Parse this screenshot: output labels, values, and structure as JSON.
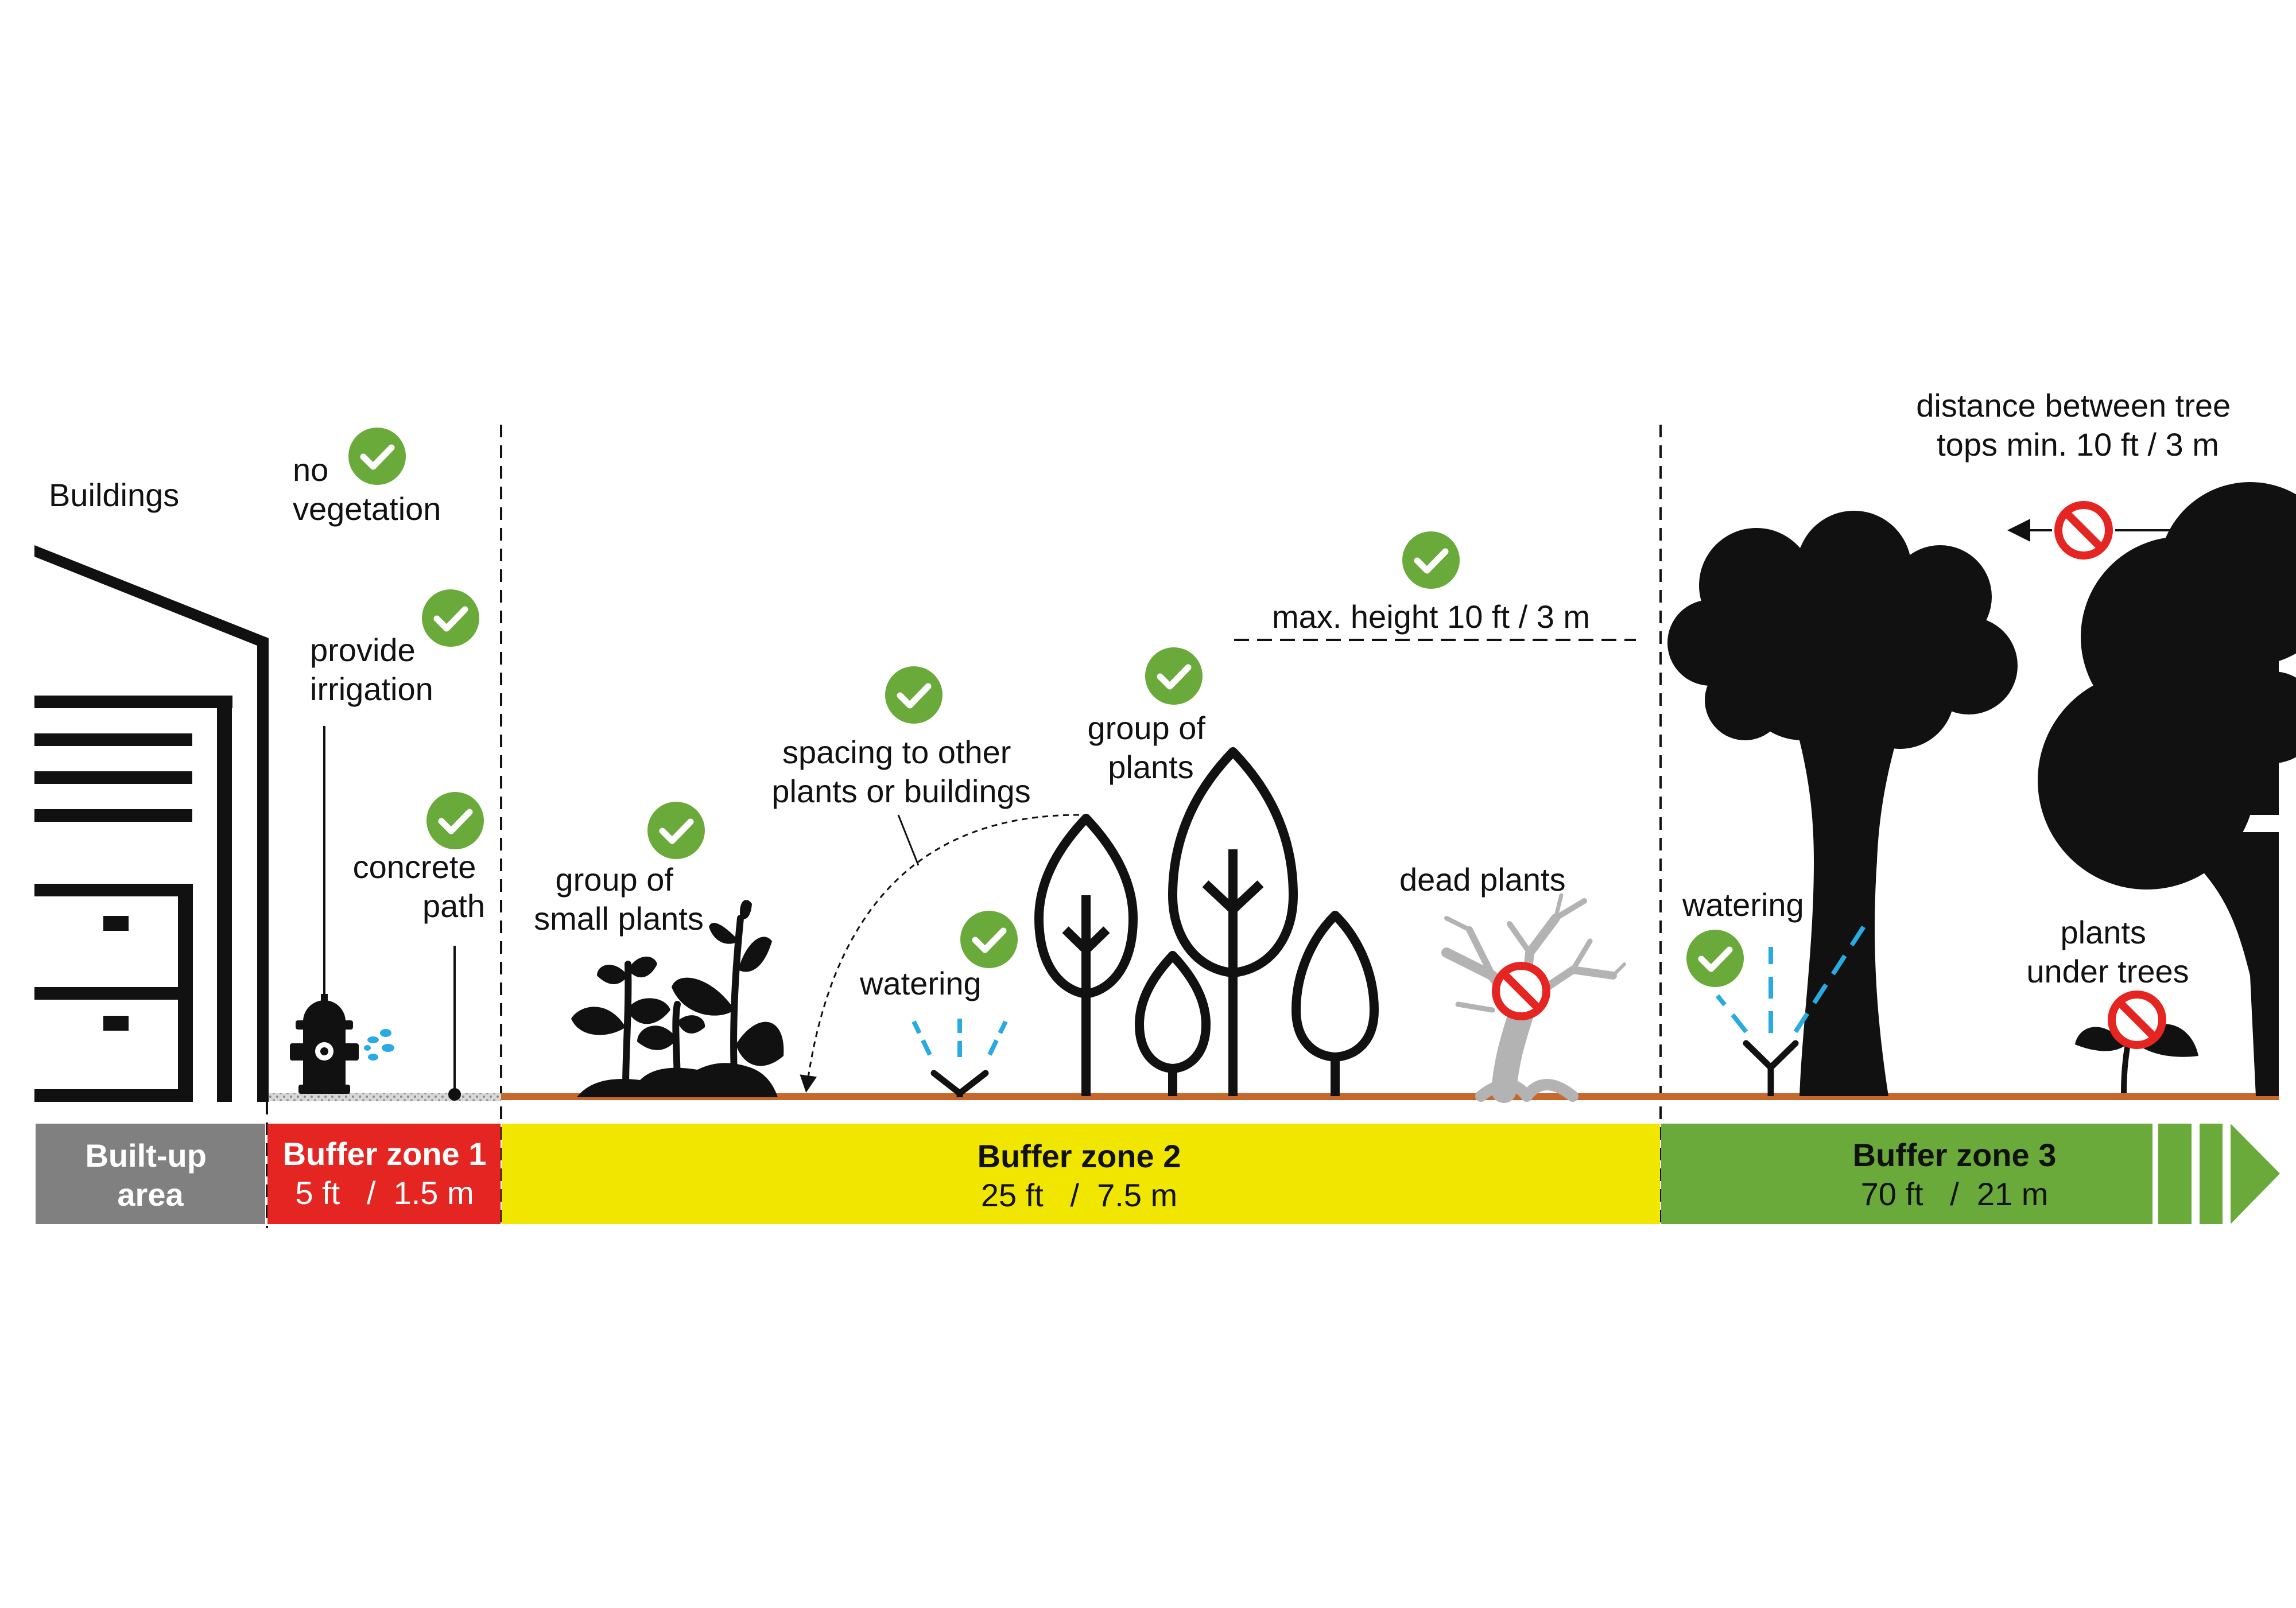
{
  "labels": {
    "buildings": "Buildings",
    "no_vegetation": [
      "no",
      "vegetation"
    ],
    "provide_irrigation": [
      "provide",
      "irrigation"
    ],
    "concrete_path": [
      "concrete",
      "path"
    ],
    "group_small_plants": [
      "group of",
      "small plants"
    ],
    "spacing": [
      "spacing to other",
      "plants or buildings"
    ],
    "watering_2": "watering",
    "group_plants": [
      "group of",
      "plants"
    ],
    "max_height": "max. height 10 ft / 3 m",
    "dead_plants": "dead plants",
    "watering_3": "watering",
    "distance": [
      "distance between tree",
      "tops min. 10 ft / 3 m"
    ],
    "plants_under_trees": [
      "plants",
      "under trees"
    ]
  },
  "zones": {
    "built_up": {
      "title": [
        "Built-up",
        "area"
      ],
      "color": "#808080"
    },
    "zone1": {
      "title": "Buffer zone 1",
      "size": "5 ft   /  1.5 m",
      "color": "#e52521"
    },
    "zone2": {
      "title": "Buffer zone 2",
      "size": "25 ft   /  7.5 m",
      "color": "#f1e600"
    },
    "zone3": {
      "title": "Buffer zone 3",
      "size": "70 ft   /  21 m",
      "color": "#6aaa3a"
    }
  },
  "colors": {
    "check": "#6aaa3a",
    "prohibit": "#e52521",
    "water": "#29abe2",
    "ground": "#c8672b",
    "dead_tree": "#b3b3b3"
  },
  "icons": {
    "allowed": "check-circle-icon",
    "forbidden": "no-entry-icon"
  }
}
